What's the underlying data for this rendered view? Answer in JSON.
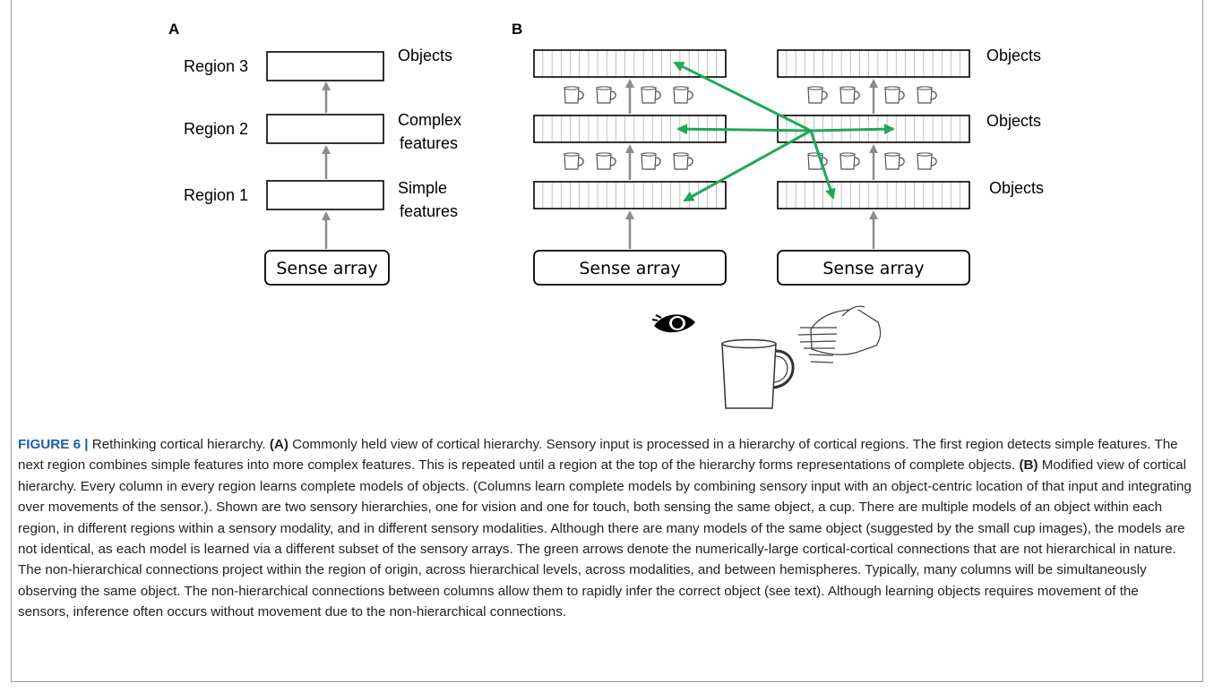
{
  "panel_a": {
    "label": "A",
    "regions": [
      {
        "name": "Region 3",
        "level": "Objects"
      },
      {
        "name": "Region 2",
        "level_line1": "Complex",
        "level_line2": "features"
      },
      {
        "name": "Region 1",
        "level_line1": "Simple",
        "level_line2": "features"
      }
    ],
    "sense": "Sense array"
  },
  "panel_b": {
    "label": "B",
    "right_labels": [
      "Objects",
      "Objects",
      "Objects"
    ],
    "sense_left": "Sense array",
    "sense_right": "Sense array"
  },
  "colors": {
    "arrow_green": "#1fa85a",
    "arrow_gray": "#8c8c8c",
    "caption_label_blue": "#1f5ea8"
  },
  "caption": {
    "fig_label": "FIGURE 6 |",
    "title": " Rethinking cortical hierarchy. ",
    "a_label": "(A)",
    "a_text": " Commonly held view of cortical hierarchy. Sensory input is processed in a hierarchy of cortical regions. The first region detects simple features. The next region combines simple features into more complex features. This is repeated until a region at the top of the hierarchy forms representations of complete objects. ",
    "b_label": "(B)",
    "b_text": " Modified view of cortical hierarchy. Every column in every region learns complete models of objects. (Columns learn complete models by combining sensory input with an object-centric location of that input and integrating over movements of the sensor.). Shown are two sensory hierarchies, one for vision and one for touch, both sensing the same object, a cup. There are multiple models of an object within each region, in different regions within a sensory modality, and in different sensory modalities. Although there are many models of the same object (suggested by the small cup images), the models are not identical, as each model is learned via a different subset of the sensory arrays. The green arrows denote the numerically-large cortical-cortical connections that are not hierarchical in nature. The non-hierarchical connections project within the region of origin, across hierarchical levels, across modalities, and between hemispheres. Typically, many columns will be simultaneously observing the same object. The non-hierarchical connections between columns allow them to rapidly infer the correct object (see text). Although learning objects requires movement of the sensors, inference often occurs without movement due to the non-hierarchical connections."
  }
}
